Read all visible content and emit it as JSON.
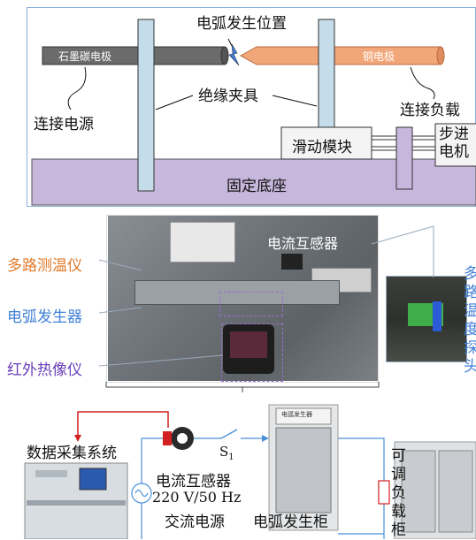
{
  "schematic": {
    "arc_position": "电弧发生位置",
    "graphite_electrode": "石墨碳电极",
    "copper_electrode": "铜电极",
    "insulating_fixture": "绝缘夹具",
    "connect_power": "连接电源",
    "connect_load": "连接负载",
    "sliding_module": "滑动模块",
    "stepper_motor_line1": "步进",
    "stepper_motor_line2": "电机",
    "fixed_base": "固定底座"
  },
  "photo_labels": {
    "thermometer": "多路测温仪",
    "arc_generator": "电弧发生器",
    "infrared_camera": "红外热像仪",
    "current_transformer": "电流互感器",
    "inset_label": "多路温度探头"
  },
  "system": {
    "data_acquisition": "数据采集系统",
    "current_transformer": "电流互感器",
    "switch_label": "S",
    "switch_sub": "1",
    "ac_spec": "220 V/50 Hz",
    "ac_source": "交流电源",
    "arc_cabinet": "电弧发生柜",
    "adjustable_load": "可调负载柜",
    "arc_cabinet_panel": "电弧发生器"
  },
  "colors": {
    "frame_blue": "#8ab0d8",
    "base_purple": "#c8b7dc",
    "clamp_blue": "#c5dcea",
    "graphite": "#6b6b6b",
    "copper": "#f2a77a",
    "orange_label": "#e07a2a",
    "blue_label": "#3f7fd6",
    "wire_red": "#d02020"
  }
}
